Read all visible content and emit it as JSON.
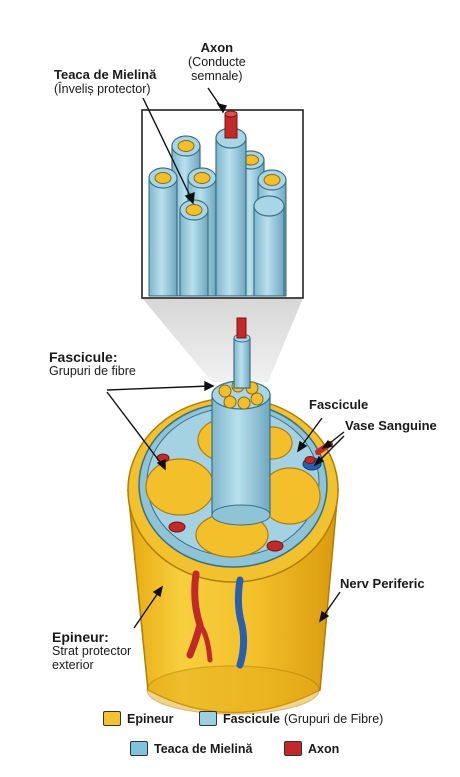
{
  "labels": {
    "axon_title": "Axon",
    "axon_sub1": "(Conducte",
    "axon_sub2": "semnale)",
    "myelin_title": "Teaca de Mielină",
    "myelin_sub": "(Înveliș protector)",
    "fascicles_title": "Fascicule:",
    "fascicles_sub": "Grupuri de fibre",
    "fascicle": "Fascicule",
    "vessels": "Vase Sanguine",
    "nerve": "Nerv Periferic",
    "epineur_title": "Epineur:",
    "epineur_sub1": "Strat protector",
    "epineur_sub2": "exterior"
  },
  "legend": [
    {
      "label": "Epineur",
      "note": "",
      "color": "#f5c230"
    },
    {
      "label": "Fascicule",
      "note": "(Grupuri de Fibre)",
      "color": "#9ccfe0"
    },
    {
      "label": "Teaca de Mielină",
      "note": "",
      "color": "#7fc4dc"
    },
    {
      "label": "Axon",
      "note": "",
      "color": "#c22a2a"
    }
  ],
  "colors": {
    "epineur": "#f5c230",
    "fascicle": "#9ccfe0",
    "myelin": "#7fc4dc",
    "axon": "#c22a2a",
    "vein": "#2a5fb0"
  }
}
